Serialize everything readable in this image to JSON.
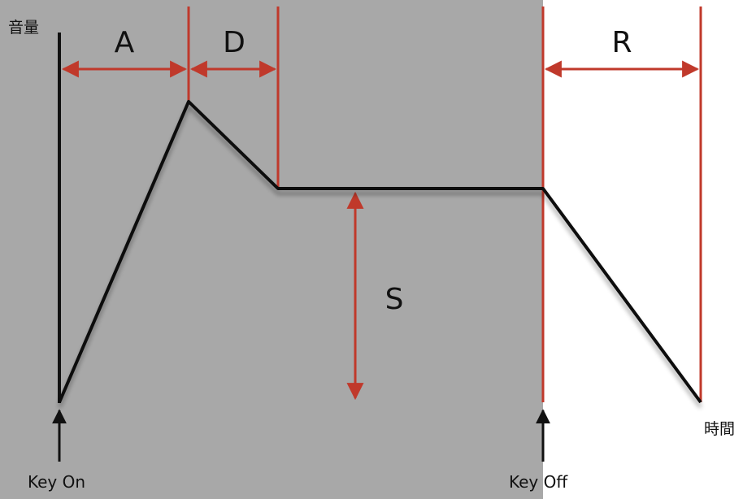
{
  "axes": {
    "y_label": "音量",
    "x_label": "時間"
  },
  "phases": {
    "attack": "A",
    "decay": "D",
    "sustain": "S",
    "release": "R"
  },
  "events": {
    "key_on": "Key On",
    "key_off": "Key Off"
  },
  "colors": {
    "held_region": "#a8a8a8",
    "background": "#ffffff",
    "envelope_line": "#111111",
    "marker_red": "#c0392b"
  },
  "icons": {
    "event_marker": "up-arrow-icon",
    "span_marker": "double-headed-arrow-icon"
  }
}
